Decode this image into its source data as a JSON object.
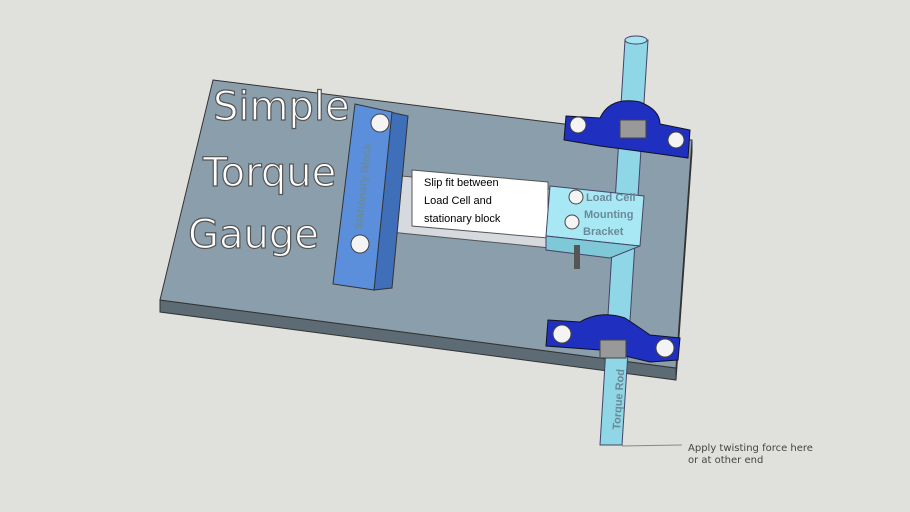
{
  "title_lines": [
    "Simple",
    "Torque",
    "Gauge"
  ],
  "labels": {
    "stationary_block": "Stationary Block",
    "slip_fit": [
      "Slip fit between",
      "Load Cell and",
      "stationary block"
    ],
    "bracket": [
      "Load Cell",
      "Mounting",
      "Bracket"
    ],
    "torque_rod": "Torque Rod",
    "note": [
      "Apply twisting force here",
      "or at other end"
    ]
  },
  "colors": {
    "board": "#8b9eac",
    "block": "#5b8fdb",
    "bearing": "#1f2fc0",
    "rod": "#8fd6e6",
    "bracket": "#a8e8f4"
  }
}
